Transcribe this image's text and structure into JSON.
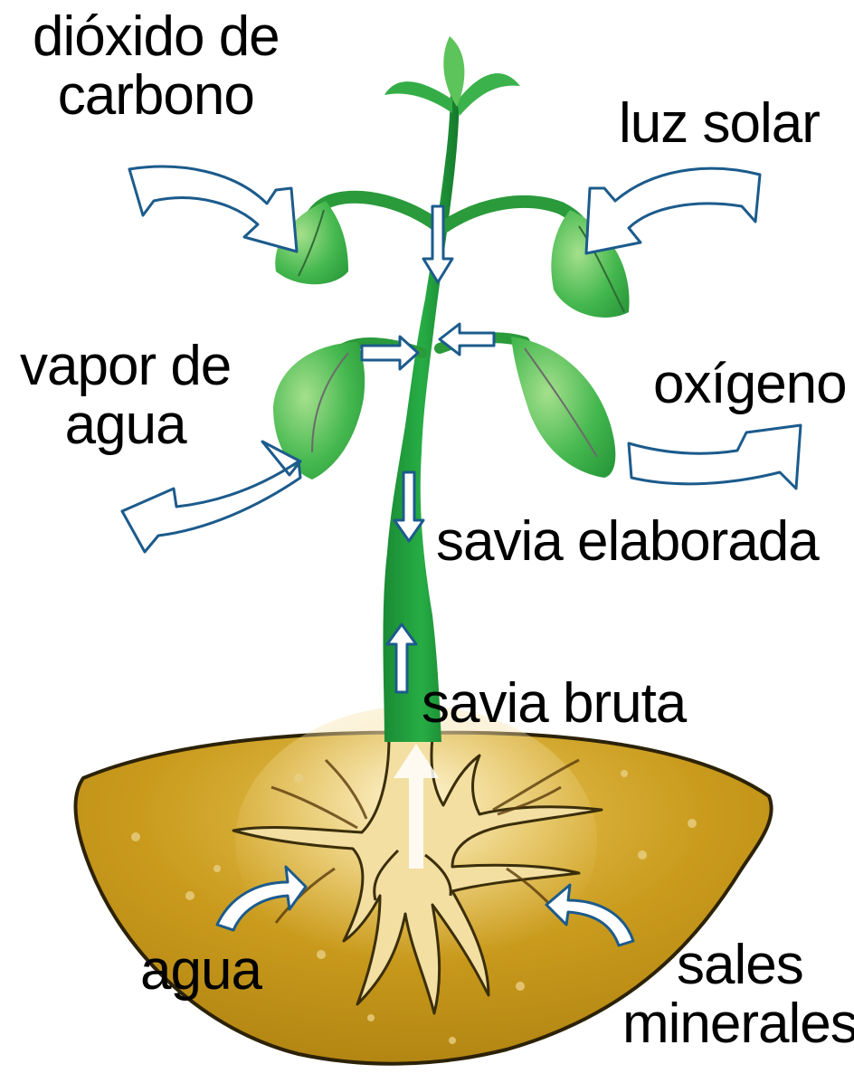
{
  "labels": {
    "dioxido_line1": "dióxido de",
    "dioxido_line2": "carbono",
    "luz_solar": "luz solar",
    "vapor_line1": "vapor de",
    "vapor_line2": "agua",
    "oxigeno": "oxígeno",
    "savia_elaborada": "savia elaborada",
    "savia_bruta": "savia bruta",
    "agua": "agua",
    "sales_line1": "sales",
    "sales_line2": "minerales"
  },
  "icons": {
    "co2_arrow": "curved-outline-arrow-in",
    "sun_arrow": "curved-outline-arrow-in",
    "vapor_arrow": "curved-outline-arrow-out",
    "oxygen_arrow": "curved-outline-arrow-out",
    "water_arrow": "curved-filled-arrow-in",
    "minerals_arrow": "curved-filled-arrow-in"
  },
  "colors": {
    "stem": "#1f9a3a",
    "leaf": "#3fb54e",
    "leaf_light": "#8fd67f",
    "soil": "#c99a1c",
    "soil_dark": "#9e7410",
    "root": "#f3dfa2",
    "arrow_stroke": "#1c5b8c"
  }
}
